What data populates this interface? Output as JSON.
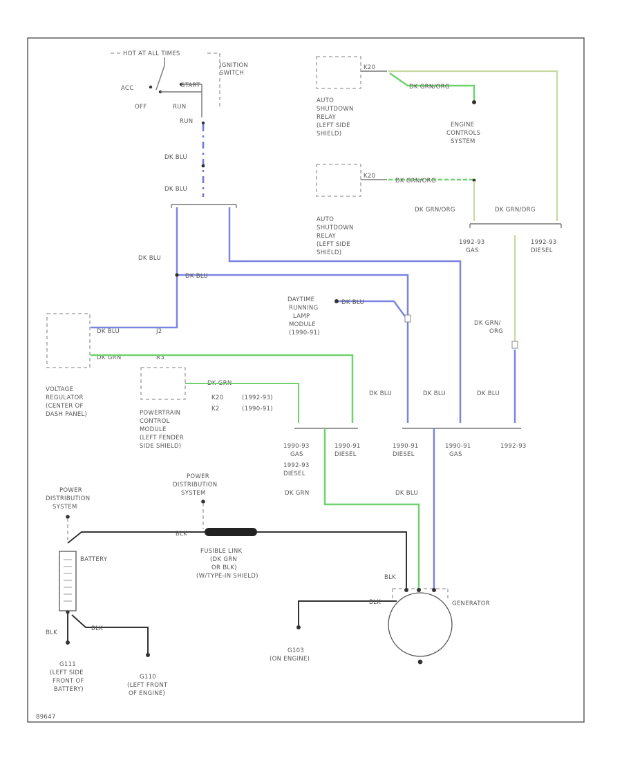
{
  "components": {
    "ignition_header": "HOT AT ALL TIMES",
    "ignition_switch": [
      "IGNITION",
      "SWITCH"
    ],
    "acc": "ACC",
    "start": "START",
    "off": "OFF",
    "run": "RUN",
    "hot_run": "RUN",
    "asd_relay_1": [
      "AUTO",
      "SHUTDOWN",
      "RELAY",
      "(LEFT SIDE",
      "SHIELD)"
    ],
    "asd_relay_2": [
      "AUTO",
      "SHUTDOWN",
      "RELAY",
      "(LEFT SIDE",
      "SHIELD)"
    ],
    "engine_controls": [
      "ENGINE",
      "CONTROLS",
      "SYSTEM"
    ],
    "voltage_regulator": [
      "VOLTAGE",
      "REGULATOR",
      "(CENTER OF",
      "DASH PANEL)"
    ],
    "pcm": [
      "POWERTRAIN",
      "CONTROL",
      "MODULE",
      "(LEFT FENDER",
      "SIDE SHIELD)"
    ],
    "drl_module": [
      "DAYTIME",
      "RUNNING",
      "LAMP",
      "MODULE",
      "(1990-91)"
    ],
    "pds_left": [
      "POWER",
      "DISTRIBUTION",
      "SYSTEM"
    ],
    "pds_top": [
      "POWER",
      "DISTRIBUTION",
      "SYSTEM"
    ],
    "battery": "BATTERY",
    "fusible_link": [
      "FUSIBLE LINK",
      "(DK GRN",
      "OR BLK)",
      "(W/TYPE-IN SHIELD)"
    ],
    "generator": "GENERATOR",
    "ground_g111": [
      "G111",
      "(LEFT SIDE",
      "FRONT OF",
      "BATTERY)"
    ],
    "ground_g110": [
      "G110",
      "(LEFT FRONT",
      "OF ENGINE)"
    ],
    "ground_g103": [
      "G103",
      "(ON ENGINE)"
    ],
    "footer_code": "89647"
  },
  "wires": {
    "dk_blu": "DK BLU",
    "dk_grn": "DK GRN",
    "dk_grn_org": "DK GRN/ORG",
    "dk_grn_org_stack": [
      "DK GRN/",
      "ORG"
    ],
    "blk": "BLK",
    "k20": "K20",
    "k2": "K2",
    "k20_note": "(1992-93)",
    "k2_note": "(1990-91)",
    "j2": "J2",
    "r3": "R3",
    "k20_v": "K20"
  },
  "splice_notes": {
    "right_gas": [
      "1992-93",
      "GAS"
    ],
    "right_diesel": [
      "1992-93",
      "DIESEL"
    ],
    "mid_gas": [
      "1990-93",
      "GAS",
      "1992-93",
      "DIESEL"
    ],
    "mid_diesel": [
      "1990-91",
      "DIESEL"
    ],
    "blu_diesel": [
      "1990-91",
      "DIESEL"
    ],
    "blu_gas": [
      "1990-91",
      "GAS"
    ],
    "blu_9293": [
      "1992-93"
    ]
  }
}
